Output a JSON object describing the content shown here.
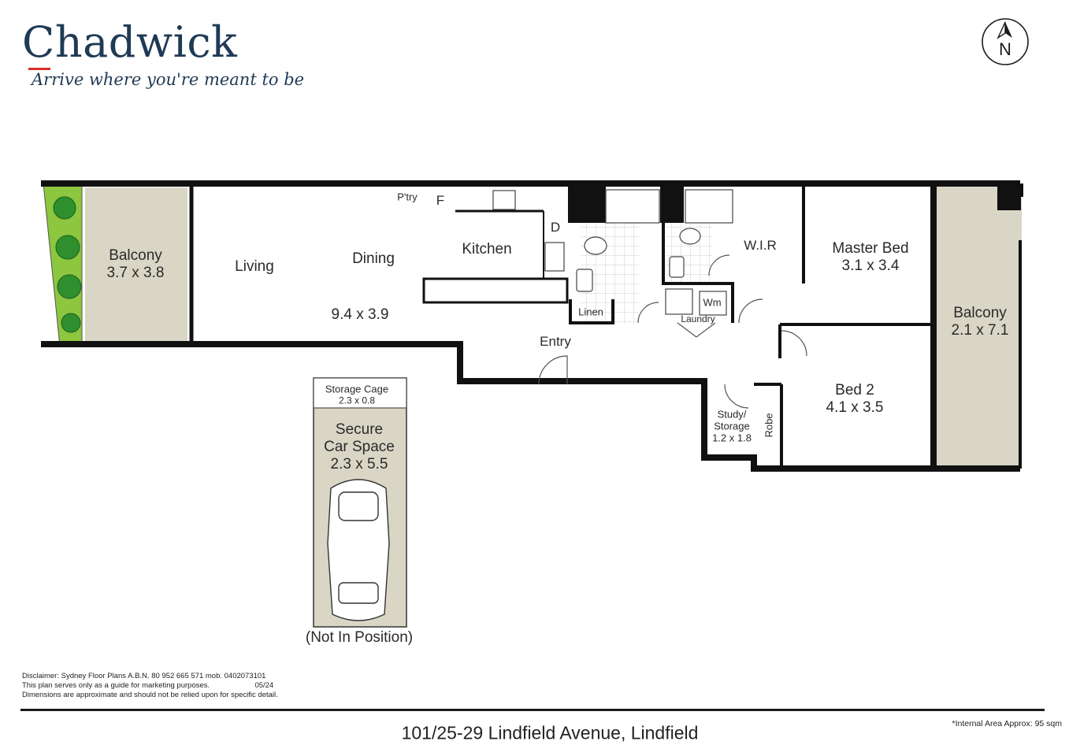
{
  "brand": {
    "name": "Chadwick",
    "tagline": "Arrive where you're meant to be",
    "accent_color": "#d7302c",
    "brand_color": "#1f3a55"
  },
  "compass": {
    "icon": "north-arrow-icon",
    "label": "N"
  },
  "rooms": {
    "balcony_west": {
      "name": "Balcony",
      "size": "3.7 x 3.8"
    },
    "living": {
      "name": "Living"
    },
    "dining": {
      "name": "Dining"
    },
    "living_dining_size": "9.4 x 3.9",
    "kitchen": {
      "name": "Kitchen"
    },
    "pantry": {
      "name": "P'try"
    },
    "fridge": {
      "name": "F"
    },
    "dishwasher": {
      "name": "D"
    },
    "linen": {
      "name": "Linen"
    },
    "laundry": {
      "name": "Laundry"
    },
    "washing_machine": {
      "name": "Wm"
    },
    "wir": {
      "name": "W.I.R"
    },
    "master_bed": {
      "name": "Master Bed",
      "size": "3.1 x 3.4"
    },
    "balcony_east": {
      "name": "Balcony",
      "size": "2.1 x 7.1"
    },
    "entry": {
      "name": "Entry"
    },
    "bed2": {
      "name": "Bed 2",
      "size": "4.1 x 3.5"
    },
    "study": {
      "name_line1": "Study/",
      "name_line2": "Storage",
      "size": "1.2 x 1.8"
    },
    "robe": {
      "name": "Robe"
    },
    "storage_cage": {
      "name": "Storage Cage",
      "size": "2.3 x 0.8"
    },
    "car_space": {
      "line1": "Secure",
      "line2": "Car Space",
      "size": "2.3 x 5.5",
      "note": "(Not In Position)"
    }
  },
  "disclaimer": {
    "line1": "Disclaimer: Sydney Floor Plans A.B.N. 80 952 665 571  mob. 0402073101",
    "line2": "This plan serves only as a guide for marketing purposes.",
    "date": "05/24",
    "line3": "Dimensions are approximate and should not be relied upon for specific detail."
  },
  "address": "101/25-29 Lindfield Avenue, Lindfield",
  "internal_area": "*Internal Area Approx: 95 sqm",
  "colors": {
    "wall": "#111111",
    "balcony_fill": "#d9d6c6",
    "planter_fill": "#8dc63f",
    "tile_grid": "#c9c9c9"
  }
}
